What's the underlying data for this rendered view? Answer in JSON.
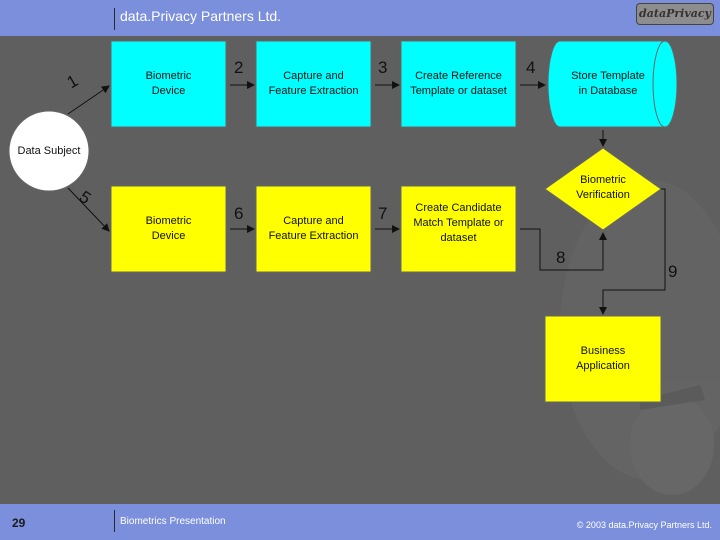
{
  "header": {
    "company": "data.Privacy Partners Ltd.",
    "logo_text": "dataPrivacy"
  },
  "footer": {
    "page_number": "29",
    "presentation": "Biometrics Presentation",
    "copyright": "© 2003 data.Privacy Partners Ltd."
  },
  "diagram": {
    "data_subject": "Data Subject",
    "boxes": {
      "enroll_device": "Biometric\nDevice",
      "enroll_capture": "Capture and\nFeature Extraction",
      "enroll_reference": "Create Reference\nTemplate or dataset",
      "store": "Store Template\nin Database",
      "verify_device": "Biometric\nDevice",
      "verify_capture": "Capture and\nFeature Extraction",
      "verify_candidate": "Create Candidate\nMatch Template or\ndataset",
      "verification": "Biometric\nVerification",
      "business": "Business\nApplication"
    },
    "step_numbers": [
      "1",
      "2",
      "3",
      "4",
      "5",
      "6",
      "7",
      "8",
      "9"
    ]
  },
  "colors": {
    "cyan": "#00ffff",
    "yellow": "#ffff00",
    "background": "#5f5f5f",
    "header": "#7b8fdc"
  }
}
